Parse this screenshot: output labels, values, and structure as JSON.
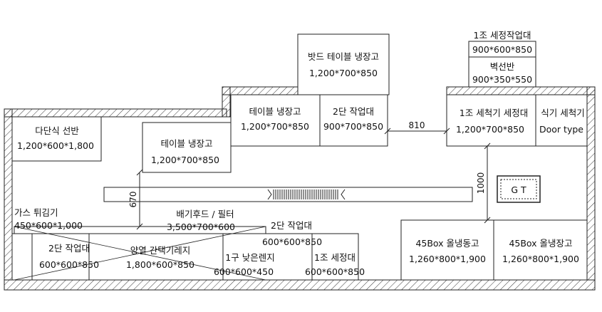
{
  "fixtures": {
    "undercounter_fridge_top": {
      "name": "밧드 테이블 냉장고",
      "size": "1,200*700*850"
    },
    "wash_table_top": {
      "name": "1조 세정작업대",
      "size": "900*600*850"
    },
    "wall_shelf": {
      "name": "벽선반",
      "size": "900*350*550"
    },
    "table_fridge_1": {
      "name": "테이블 냉장고",
      "size": "1,200*700*850"
    },
    "work_table_2tier_top": {
      "name": "2단 작업대",
      "size": "900*700*850"
    },
    "dishwasher_wash_table": {
      "name": "1조 세척기 세정대",
      "size": "1,200*700*850"
    },
    "dishwasher": {
      "name": "식기 세척기",
      "size": "Door type"
    },
    "multi_shelf": {
      "name": "다단식 선반",
      "size": "1,200*600*1,800"
    },
    "table_fridge_2": {
      "name": "테이블 냉장고",
      "size": "1,200*700*850"
    },
    "fryer": {
      "name": "가스 튀김기",
      "size": "450*600*1,000"
    },
    "exhaust_hood": {
      "name": "배기후드 / 필터",
      "size": "3,500*700*600"
    },
    "work_table_2tier_mid": {
      "name": "2단 작업대",
      "size": "600*600*850"
    },
    "work_table_2tier_left": {
      "name": "2단 작업대",
      "size": "600*600*850"
    },
    "range_oven": {
      "name": "양열 간택기레지",
      "size": "1,800*600*850"
    },
    "low_range": {
      "name": "1구 낮은렌지",
      "size": "600*600*450"
    },
    "wash_table_bottom": {
      "name": "1조 세정대",
      "size": "600*600*850"
    },
    "freezer": {
      "name": "45Box 올냉동고",
      "size": "1,260*800*1,900"
    },
    "refrigerator": {
      "name": "45Box 올냉장고",
      "size": "1,260*800*1,900"
    }
  },
  "dimensions": {
    "gap_810": "810",
    "gap_670": "670",
    "gap_1000": "1000"
  },
  "grease_trap": {
    "label": "G T"
  }
}
